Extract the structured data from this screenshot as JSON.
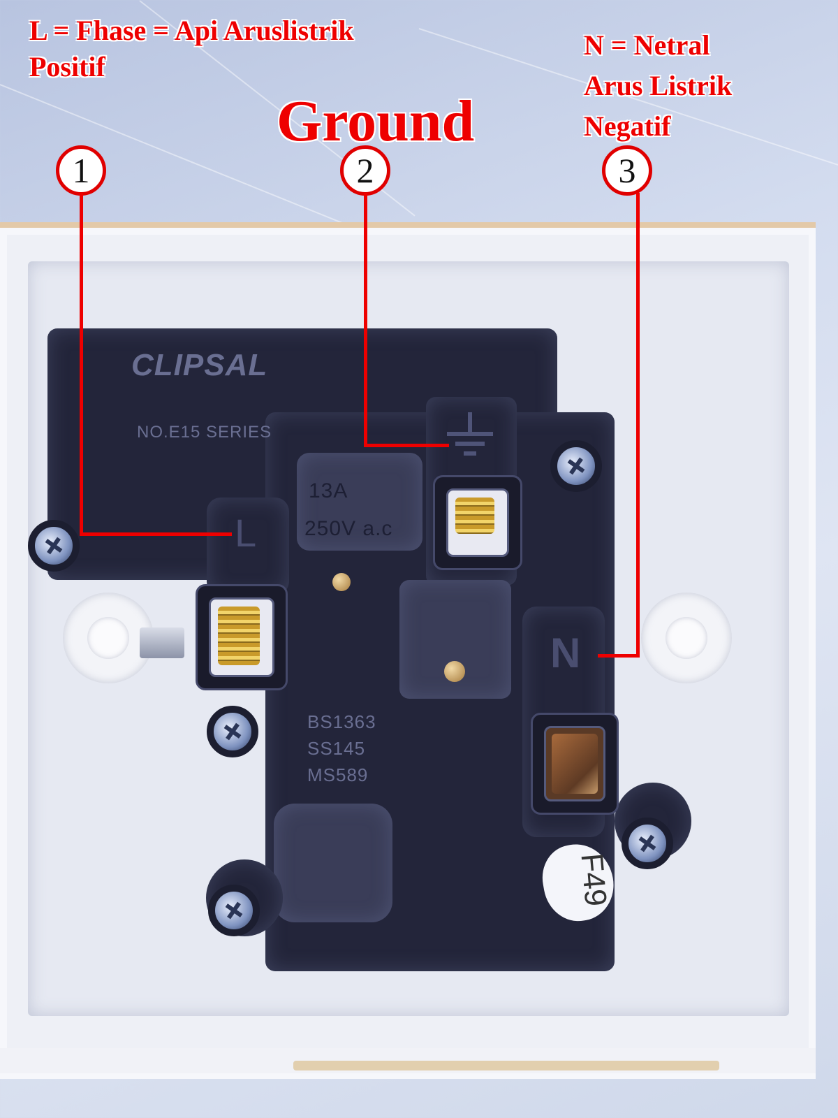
{
  "annotations": {
    "phase_label_line1": "L = Fhase = Api Aruslistrik",
    "phase_label_line2": "Positif",
    "neutral_label_line1": "N = Netral",
    "neutral_label_line2": "Arus Listrik",
    "neutral_label_line3": "Negatif",
    "ground_label": "Ground",
    "accent_color": "#ee0000"
  },
  "callouts": [
    {
      "number": "1",
      "terminal": "L"
    },
    {
      "number": "2",
      "terminal": "earth"
    },
    {
      "number": "3",
      "terminal": "N"
    }
  ],
  "socket_markings": {
    "brand": "CLIPSAL",
    "series": "NO.E15 SERIES",
    "rating_current": "13A",
    "rating_voltage": "250V a.c",
    "standard_1": "BS1363",
    "standard_2": "SS145",
    "standard_3": "MS589",
    "terminal_l": "L",
    "terminal_n": "N",
    "sticker_text": "F49"
  }
}
